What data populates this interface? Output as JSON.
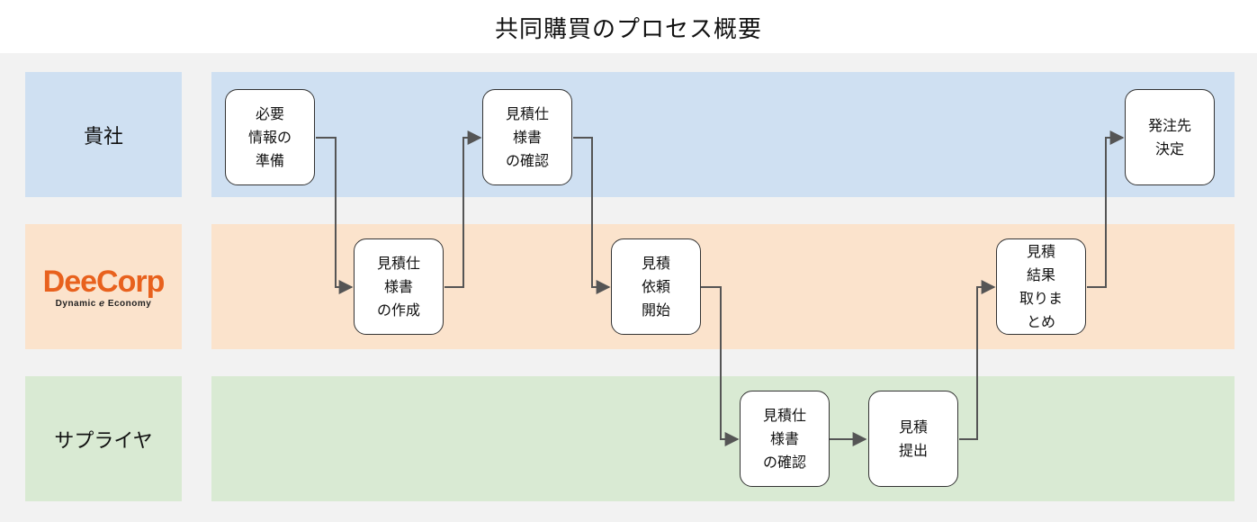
{
  "title": "共同購買のプロセス概要",
  "lanes": {
    "kisha": {
      "label": "貴社"
    },
    "deecorp": {
      "logo_text": "DeeCorp",
      "logo_sub": "Dynamic ℯ Economy"
    },
    "supplier": {
      "label": "サプライヤ"
    }
  },
  "steps": {
    "s1": "必要\n情報の\n準備",
    "s2": "見積仕\n様書\nの作成",
    "s3": "見積仕\n様書\nの確認",
    "s4": "見積\n依頼\n開始",
    "s5": "見積仕\n様書\nの確認",
    "s6": "見積\n提出",
    "s7": "見積\n結果\n取りま\nとめ",
    "s8": "発注先\n決定"
  },
  "colors": {
    "kisha_lane": "#cfe0f2",
    "deecorp_lane": "#fbe3cc",
    "supplier_lane": "#d9ead3",
    "logo": "#e8611d",
    "connector": "#555555"
  }
}
